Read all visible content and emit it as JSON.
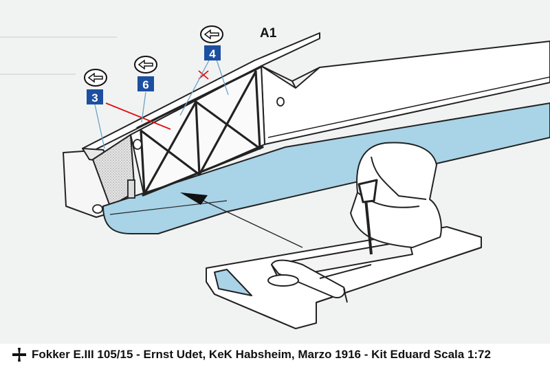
{
  "diagram": {
    "part_label": "A1",
    "callouts": [
      {
        "number": "3"
      },
      {
        "number": "6"
      },
      {
        "number": "4"
      }
    ]
  },
  "caption": {
    "text": "Fokker E.III 105/15 - Ernst Udet, KeK Habsheim, Marzo 1916 - Kit Eduard Scala 1:72"
  },
  "colors": {
    "background": "#f1f3f2",
    "line": "#222222",
    "callout_badge": "#1c4fa0",
    "floor_fill": "#a9d3e6",
    "highlight_red": "#e01010"
  },
  "icons": [
    "flip-side-icon",
    "iron-cross-icon"
  ]
}
